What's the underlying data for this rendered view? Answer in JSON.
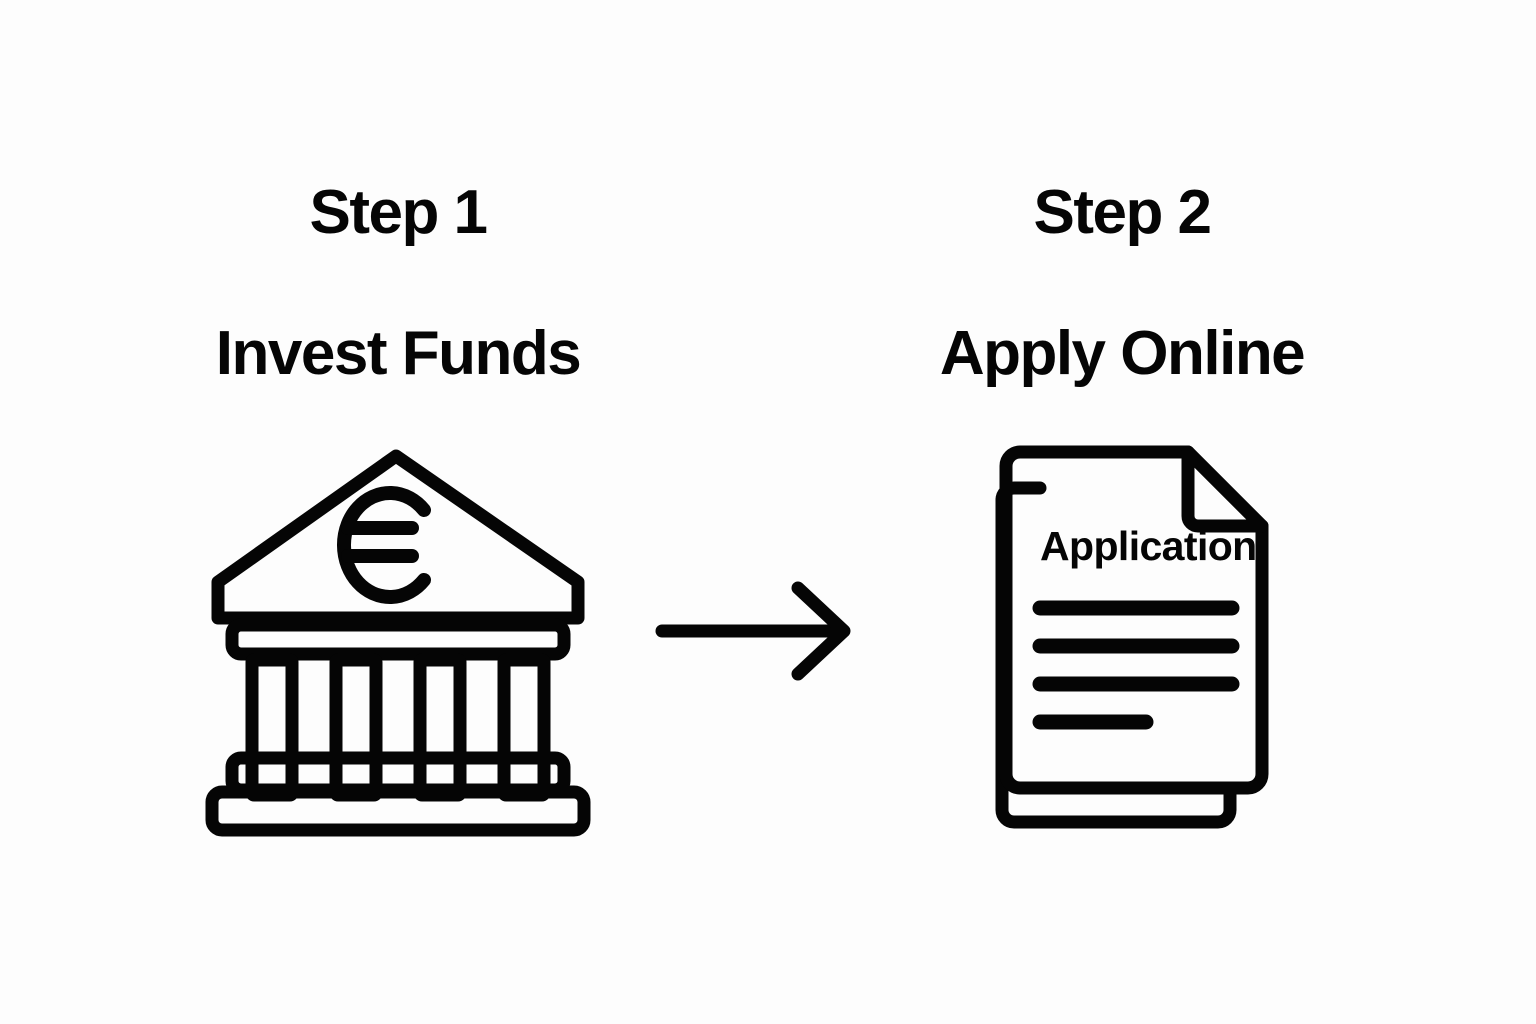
{
  "page": {
    "title": "Two Step Process Infographic",
    "background_color": "#fdfdfd",
    "ink_color": "#050505"
  },
  "steps": [
    {
      "heading": "Step 1",
      "subheading": "Invest Funds",
      "icon": "bank-euro-icon",
      "icon_details": {
        "currency_symbol": "€",
        "column_count": 4
      }
    },
    {
      "heading": "Step 2",
      "subheading": "Apply Online",
      "icon": "application-document-icon",
      "icon_details": {
        "document_title": "Application",
        "text_line_count": 4,
        "sheet_count": 2,
        "folded_corner": "top-right"
      }
    }
  ],
  "connector": {
    "icon": "arrow-right-icon",
    "direction": "right"
  }
}
